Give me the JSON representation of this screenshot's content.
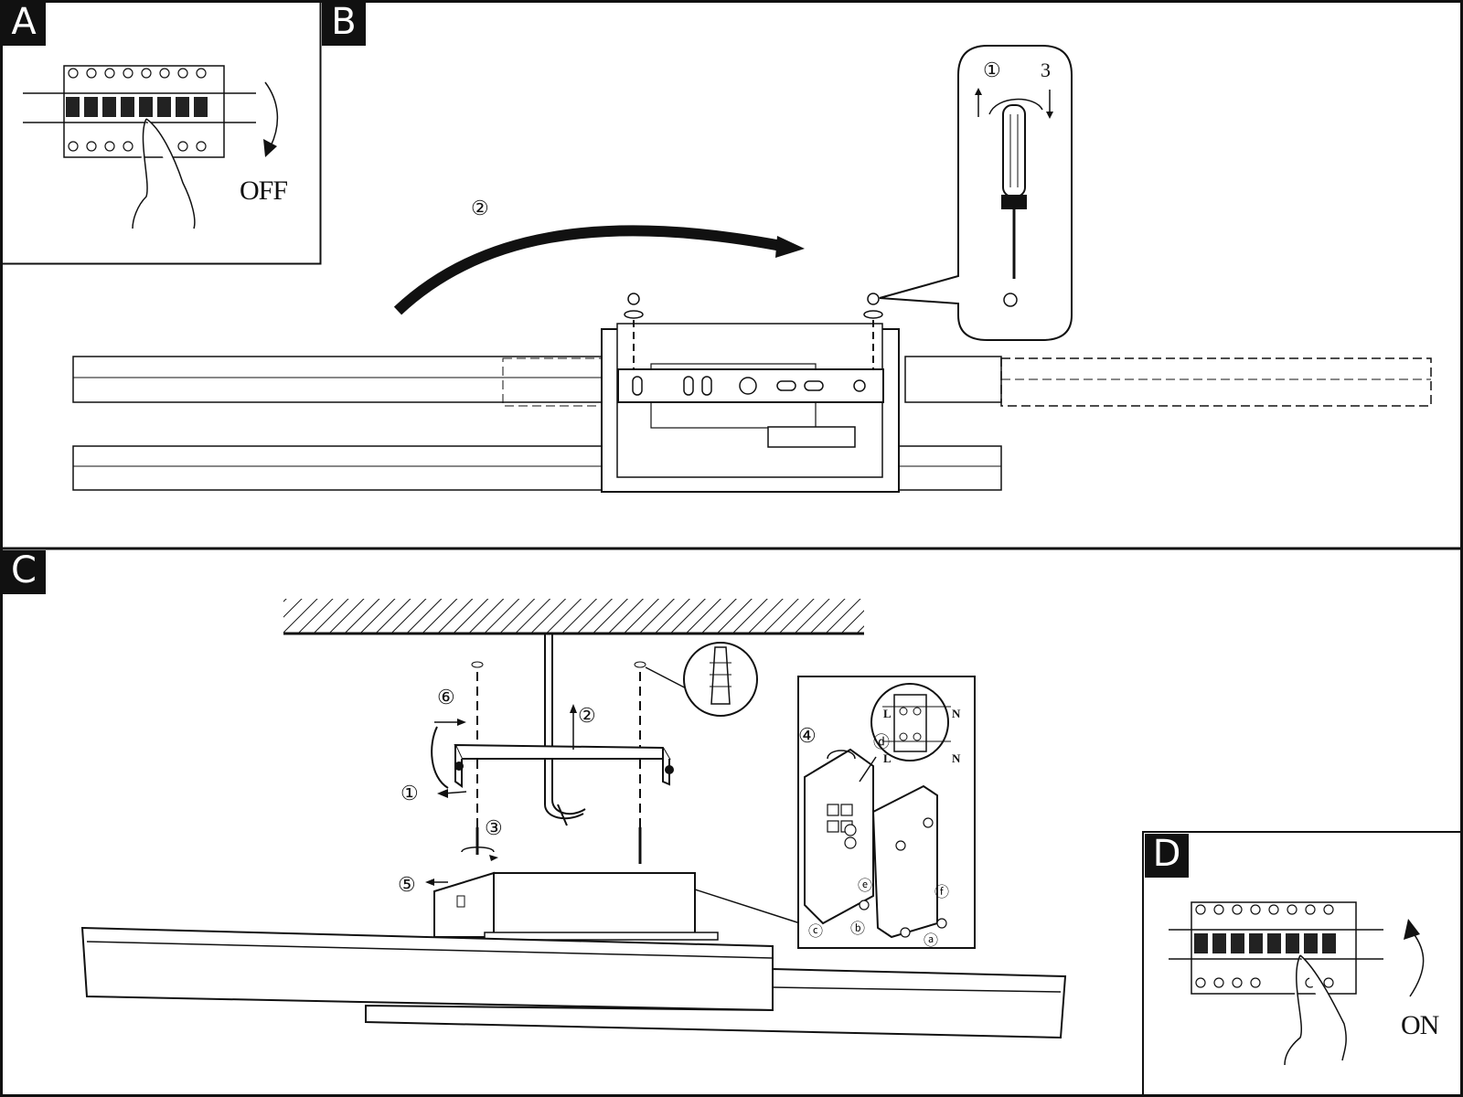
{
  "panels": {
    "a": {
      "tag": "A",
      "switch_label": "OFF"
    },
    "b": {
      "tag": "B",
      "steps": [
        "②",
        "①",
        "3"
      ]
    },
    "c": {
      "tag": "C",
      "steps": [
        "⑥",
        "②",
        "①",
        "③",
        "⑤",
        "④"
      ],
      "wiring": {
        "step": "ⓓ",
        "terminals": [
          "L",
          "N",
          "L",
          "N"
        ],
        "sub_steps": [
          "ⓔ",
          "ⓕ",
          "ⓒ",
          "ⓑ",
          "ⓐ"
        ]
      }
    },
    "d": {
      "tag": "D",
      "switch_label": "ON"
    }
  }
}
